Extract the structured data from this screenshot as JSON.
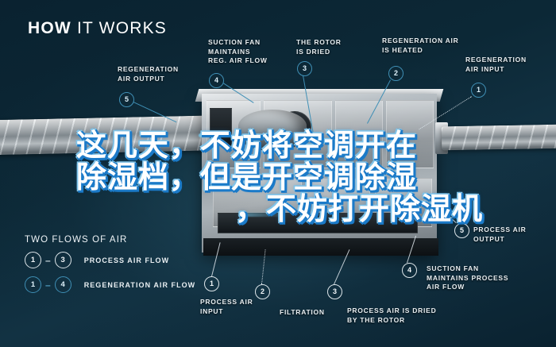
{
  "header": {
    "title_bold": "HOW",
    "title_light": " IT WORKS"
  },
  "colors": {
    "background": "#0b2431",
    "accent_blue": "#3f8fb5",
    "text_white": "#e8eef1",
    "overlay_outline": "#1b7ac8"
  },
  "callouts": {
    "regeneration_air_output": {
      "number": "5",
      "label": "REGENERATION\nAIR OUTPUT",
      "style": "blue"
    },
    "suction_fan_reg": {
      "number": "4",
      "label": "SUCTION FAN\nMAINTAINS\nREG. AIR FLOW",
      "style": "blue"
    },
    "rotor_dried": {
      "number": "3",
      "label": "THE ROTOR\nIS DRIED",
      "style": "blue"
    },
    "regeneration_air_heated": {
      "number": "2",
      "label": "REGENERATION AIR\nIS HEATED",
      "style": "blue"
    },
    "regeneration_air_input": {
      "number": "1",
      "label": "REGENERATION\nAIR INPUT",
      "style": "blue"
    },
    "process_air_output": {
      "number": "5",
      "label": "PROCESS AIR\nOUTPUT",
      "style": "white"
    },
    "process_air_input": {
      "number": "1",
      "label": "PROCESS AIR\nINPUT",
      "style": "white"
    },
    "filtration": {
      "number": "2",
      "label": "FILTRATION",
      "style": "white"
    },
    "process_air_dried": {
      "number": "3",
      "label": "PROCESS AIR IS DRIED\nBY THE ROTOR",
      "style": "white"
    },
    "suction_fan_process": {
      "number": "4",
      "label": "SUCTION FAN\nMAINTAINS PROCESS\nAIR FLOW",
      "style": "white"
    }
  },
  "legend": {
    "title": "TWO FLOWS OF AIR",
    "rows": [
      {
        "from": "1",
        "to": "3",
        "dash": "–",
        "label": "PROCESS AIR FLOW",
        "style": "white"
      },
      {
        "from": "1",
        "to": "4",
        "dash": "–",
        "label": "REGENERATION AIR FLOW",
        "style": "blue"
      }
    ]
  },
  "overlay_text": {
    "line1": "这几天，不妨将空调开在",
    "line2": "除湿档，但是开空调除湿",
    "line3": "，不妨打开除湿机"
  }
}
